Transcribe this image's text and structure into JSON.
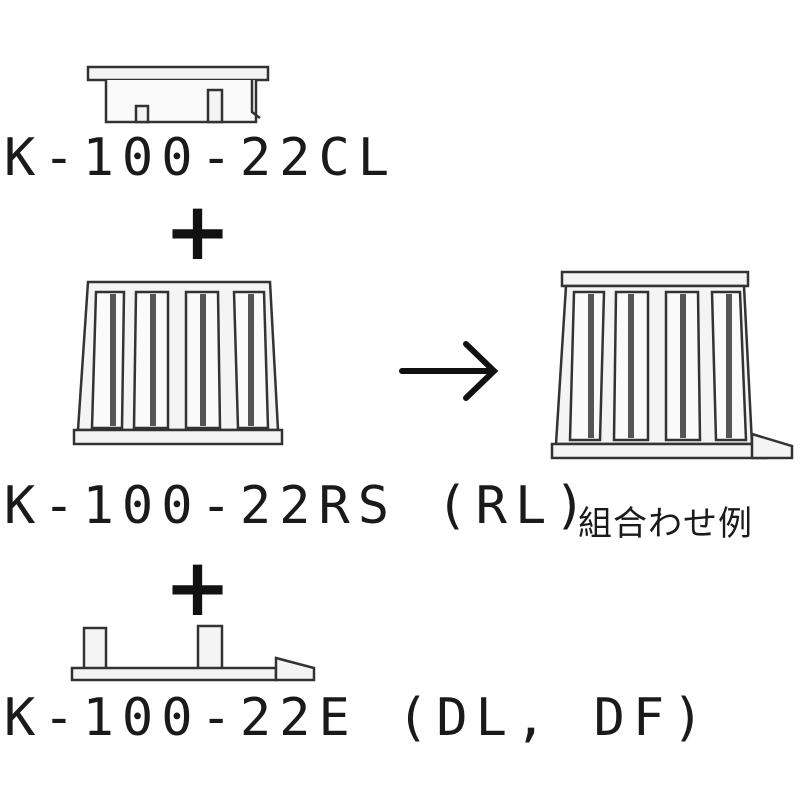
{
  "parts": {
    "top_cap": {
      "label": "K-100-22CL"
    },
    "body": {
      "label": "K-100-22RS (RL)"
    },
    "base": {
      "label": "K-100-22E (DL, DF)"
    }
  },
  "operator_plus": "+",
  "result": {
    "label": "組合わせ例"
  },
  "colors": {
    "line": "#333333",
    "fill_light": "#f2f2f2",
    "fill_dark": "#555555"
  }
}
